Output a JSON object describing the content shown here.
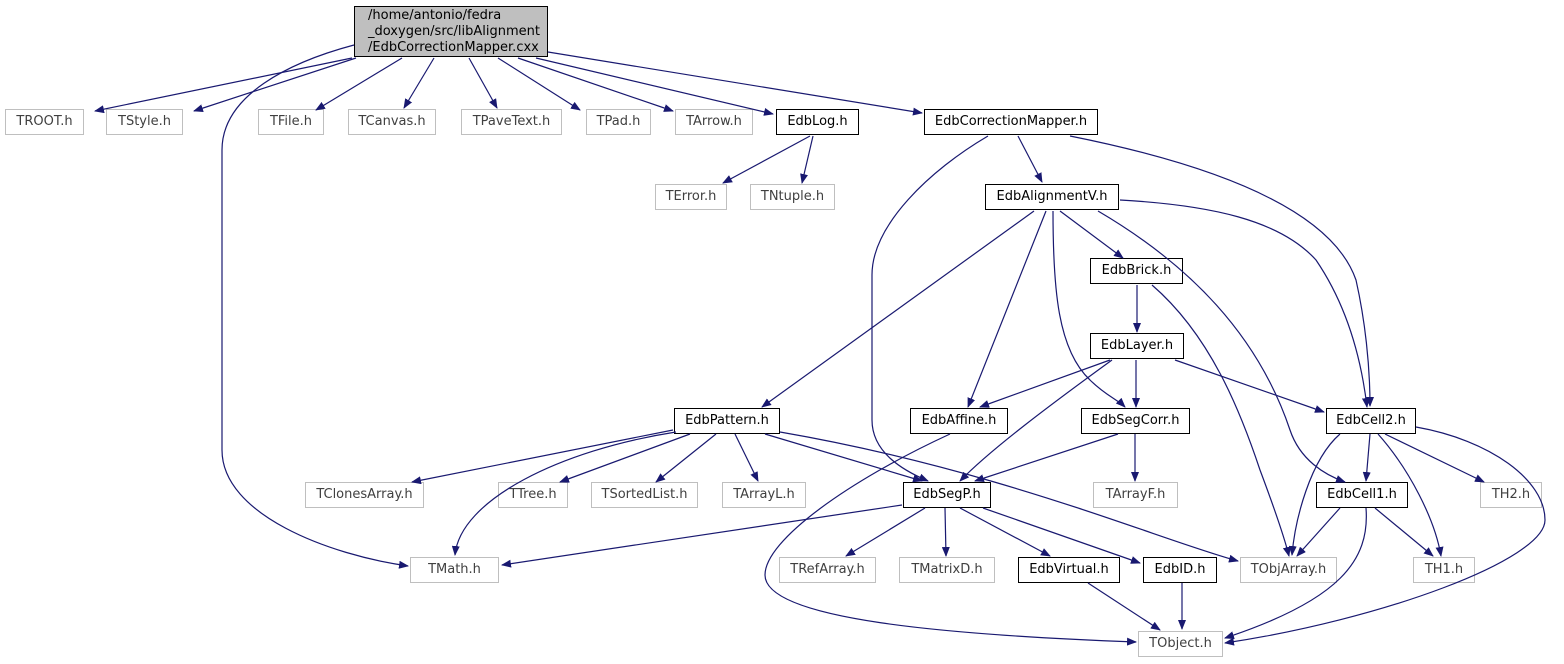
{
  "root": {
    "lines": [
      "/home/antonio/fedra",
      "_doxygen/src/libAlignment",
      "/EdbCorrectionMapper.cxx"
    ]
  },
  "nodes": {
    "troot": "TROOT.h",
    "tstyle": "TStyle.h",
    "tfile": "TFile.h",
    "tcanvas": "TCanvas.h",
    "tpavetext": "TPaveText.h",
    "tpad": "TPad.h",
    "tarrow": "TArrow.h",
    "edblog": "EdbLog.h",
    "edbcorrectionmapper": "EdbCorrectionMapper.h",
    "terror": "TError.h",
    "tntuple": "TNtuple.h",
    "edbalignmentv": "EdbAlignmentV.h",
    "edbbrick": "EdbBrick.h",
    "edblayer": "EdbLayer.h",
    "edbpattern": "EdbPattern.h",
    "edbaffine": "EdbAffine.h",
    "edbsegcorr": "EdbSegCorr.h",
    "edbcell2": "EdbCell2.h",
    "tclonesarray": "TClonesArray.h",
    "ttree": "TTree.h",
    "tsortedlist": "TSortedList.h",
    "tarrayl": "TArrayL.h",
    "edbsegp": "EdbSegP.h",
    "tarrayf": "TArrayF.h",
    "edbcell1": "EdbCell1.h",
    "th2": "TH2.h",
    "tmath": "TMath.h",
    "trefarray": "TRefArray.h",
    "tmatrixd": "TMatrixD.h",
    "edbvirtual": "EdbVirtual.h",
    "edbid": "EdbID.h",
    "tobjarray": "TObjArray.h",
    "th1": "TH1.h",
    "tobject": "TObject.h"
  },
  "colors": {
    "edge": "#191970",
    "documented_border": "#000000",
    "external_border": "#bfbfbf",
    "root_fill": "#bfbfbf"
  }
}
